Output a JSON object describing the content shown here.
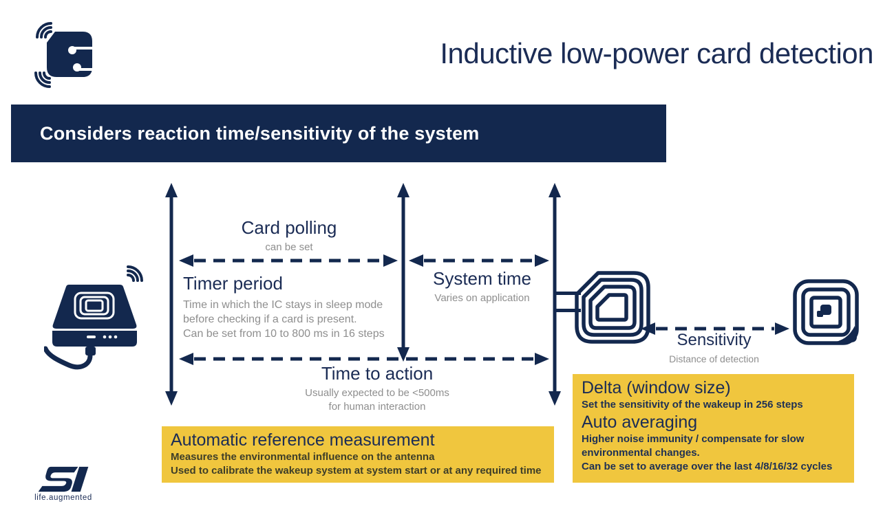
{
  "header": {
    "title": "Inductive low-power card detection"
  },
  "banner": {
    "text": "Considers reaction time/sensitivity of the system"
  },
  "diagram": {
    "card_polling": {
      "title": "Card polling",
      "subtitle": "can be set"
    },
    "timer_period": {
      "title": "Timer period",
      "lines": [
        "Time in which the IC stays in sleep mode",
        "before checking if a card is present.",
        "Can be set from 10 to 800 ms in 16 steps"
      ]
    },
    "system_time": {
      "title": "System time",
      "subtitle": "Varies on application"
    },
    "time_to_action": {
      "title": "Time to action",
      "lines": [
        "Usually expected to be <500ms",
        "for human interaction"
      ]
    },
    "sensitivity": {
      "title": "Sensitivity",
      "subtitle": "Distance of detection"
    }
  },
  "callouts": {
    "auto_reference": {
      "title": "Automatic reference measurement",
      "lines": [
        "Measures the environmental influence on the antenna",
        "Used to calibrate the wakeup system at system start or at any required time"
      ]
    },
    "delta": {
      "title": "Delta (window size)",
      "subtitle": "Set the sensitivity of the wakeup in 256 steps",
      "title2": "Auto averaging",
      "lines": [
        "Higher noise immunity / compensate for slow",
        "environmental changes.",
        "Can be set to average over the last 4/8/16/32 cycles"
      ]
    }
  },
  "footer": {
    "tagline": "life.augmented"
  },
  "colors": {
    "navy": "#1B2C55",
    "banner_bg": "#13284E",
    "yellow": "#F0C63E",
    "gray_text": "#8E8E8E",
    "olive_text": "#3E3E28"
  },
  "icons": {
    "top_left": "nfc-card-wireless-icon",
    "left": "card-reader-icon",
    "right_large": "reader-antenna-coil-icon",
    "right_small": "nfc-tag-icon",
    "logo": "st-logo"
  }
}
